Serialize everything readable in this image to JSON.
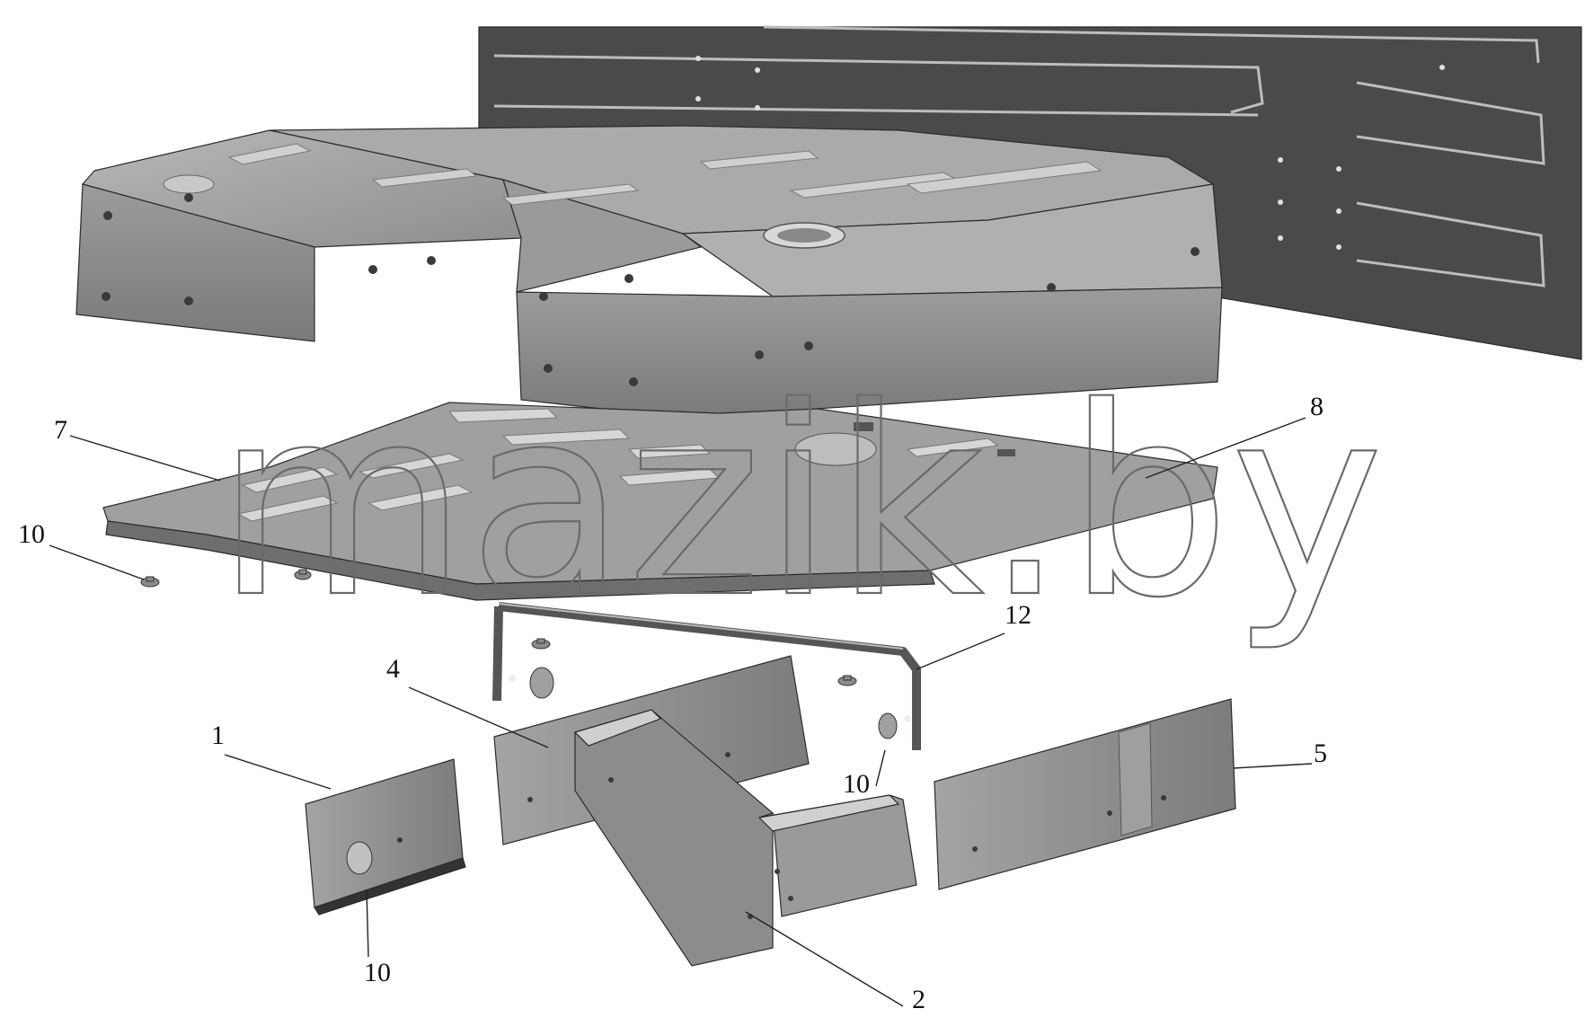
{
  "diagram": {
    "colors": {
      "panel_dark": "#4a4a4a",
      "part_light": "#9a9a9a",
      "part_mid": "#858585",
      "part_shade": "#6e6e6e",
      "part_highlight": "#c4c4c4",
      "watermark_stroke": "#6a6a6a"
    },
    "watermark": "mazik.by",
    "callouts": [
      {
        "id": "c1",
        "label": "1"
      },
      {
        "id": "c2",
        "label": "2"
      },
      {
        "id": "c4",
        "label": "4"
      },
      {
        "id": "c5",
        "label": "5"
      },
      {
        "id": "c7",
        "label": "7"
      },
      {
        "id": "c8",
        "label": "8"
      },
      {
        "id": "c10a",
        "label": "10"
      },
      {
        "id": "c10b",
        "label": "10"
      },
      {
        "id": "c10c",
        "label": "10"
      },
      {
        "id": "c12",
        "label": "12"
      }
    ]
  }
}
